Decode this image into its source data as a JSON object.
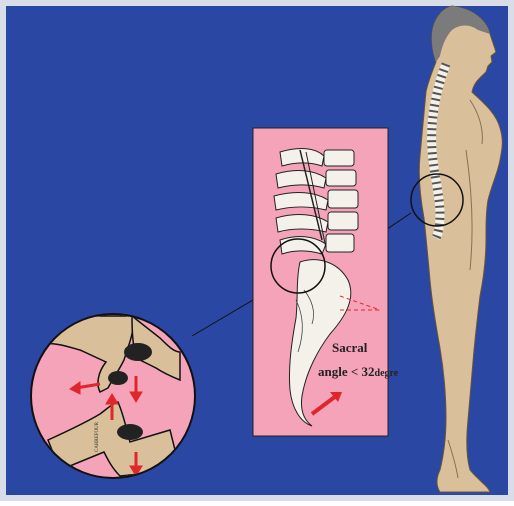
{
  "labels": {
    "sacral": "Sacral",
    "angle_prefix": "angle < 32",
    "angle_unit": "degre",
    "vertical_mark": "CARREFOUR"
  },
  "colors": {
    "background": "#2a47a3",
    "frame": "#d8dde8",
    "panel_pink": "#f4a3b9",
    "skin": "#d9c09a",
    "hair": "#7b7b7b",
    "arrow_red": "#e0262b",
    "outline": "#111111"
  }
}
